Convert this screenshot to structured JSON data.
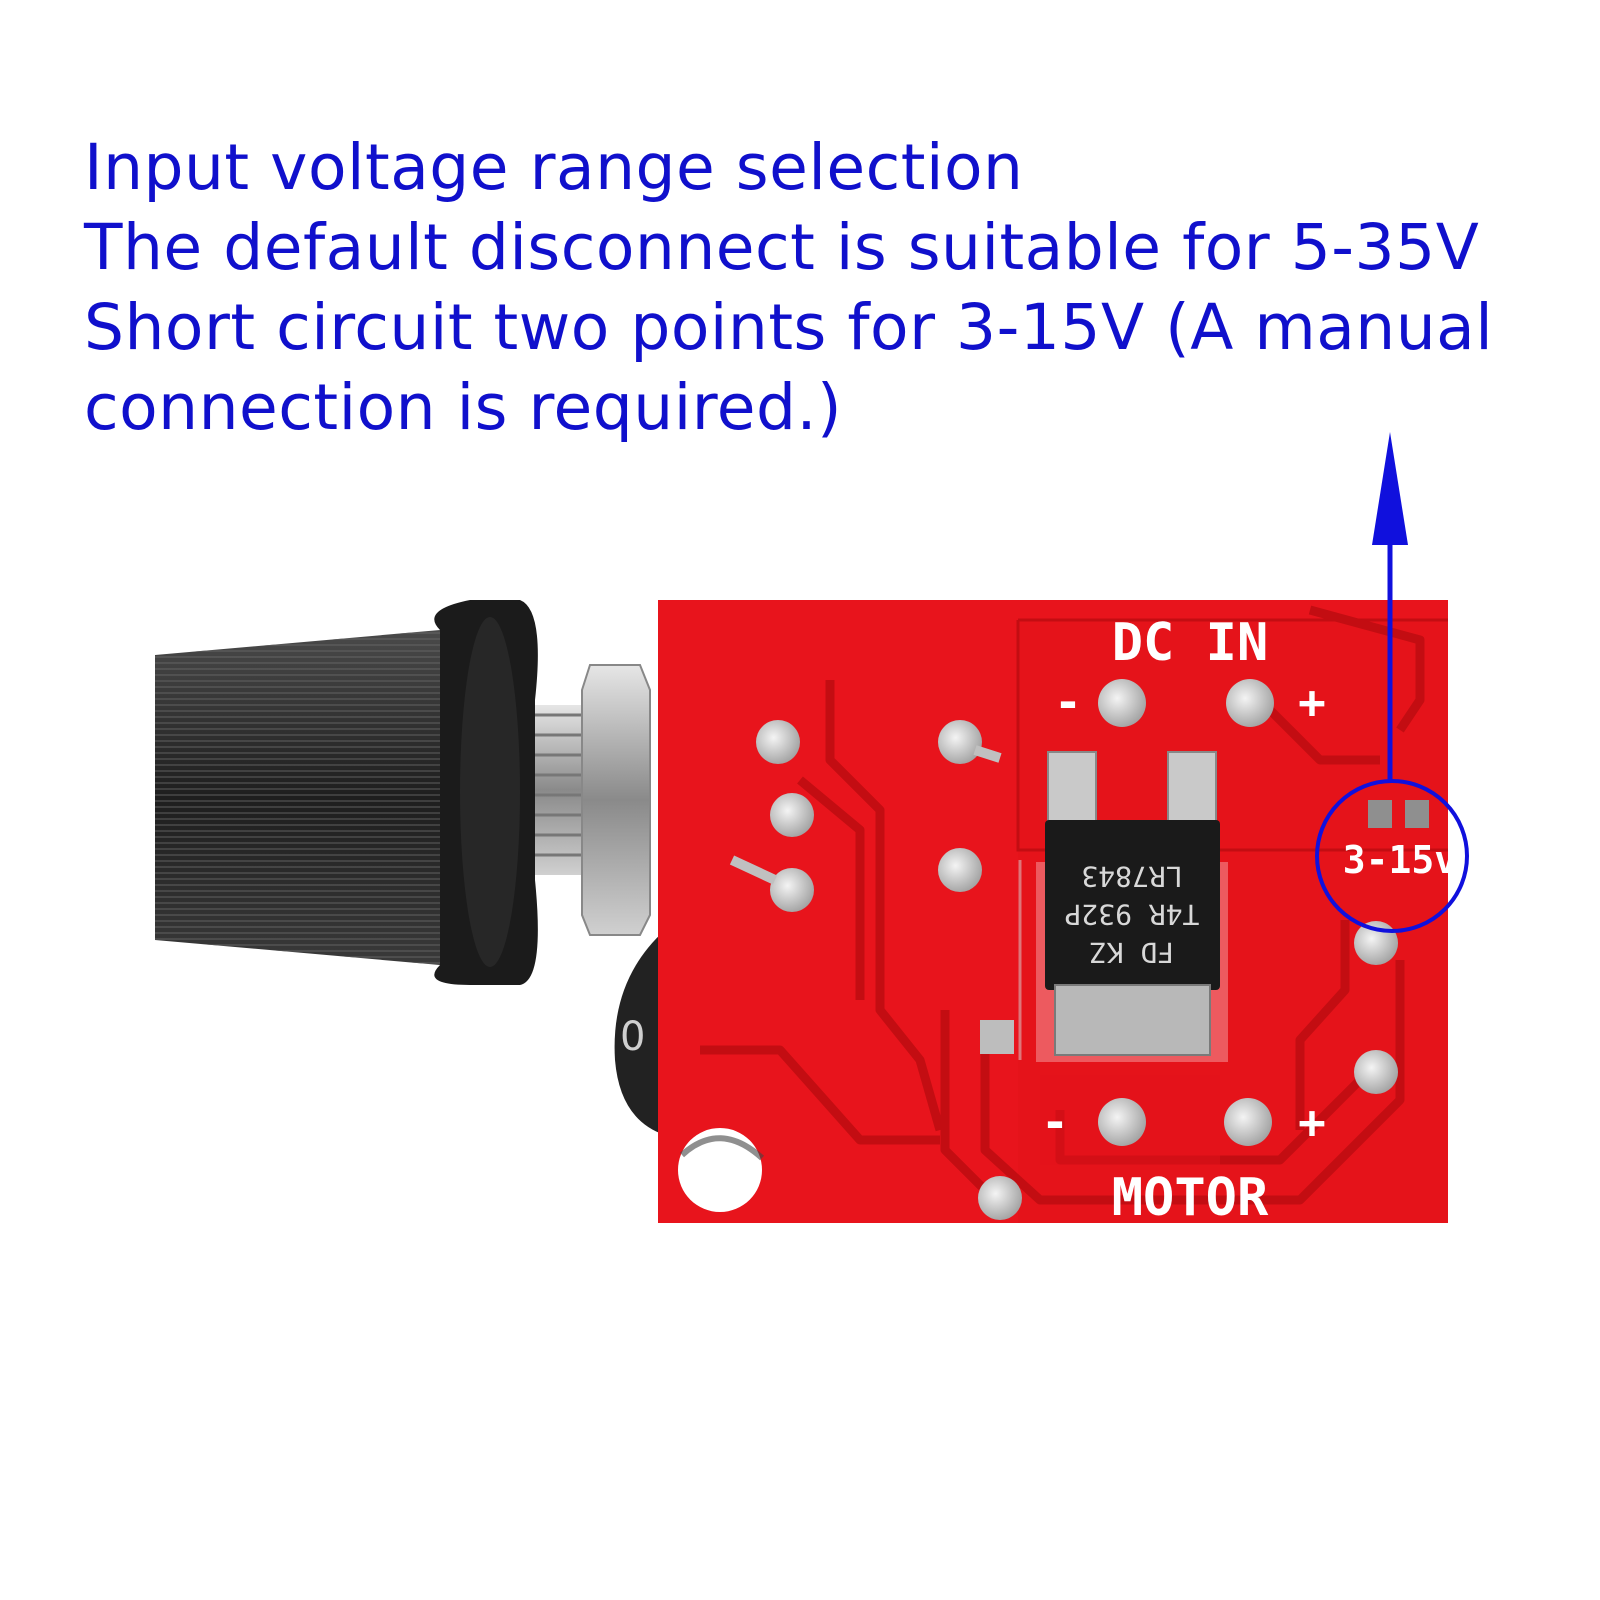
{
  "caption": {
    "lines": [
      "Input voltage range selection",
      "The default disconnect is suitable for 5-35V",
      "Short circuit two points for 3-15V (A manual",
      "connection is required.)"
    ]
  },
  "board": {
    "dc_in_label": "DC IN",
    "motor_label": "MOTOR",
    "minus_sign": "-",
    "plus_sign": "+",
    "jumper_label": "3-15v",
    "chip_lines": [
      "FD KZ",
      "T4R 932P",
      "LR7843"
    ],
    "capacitor_mark": "0"
  },
  "colors": {
    "caption": "#1010cc",
    "pcb": "#e8141c",
    "trace": "#c30d12",
    "annotation": "#1010dd",
    "knob": "#2a2a2a"
  }
}
